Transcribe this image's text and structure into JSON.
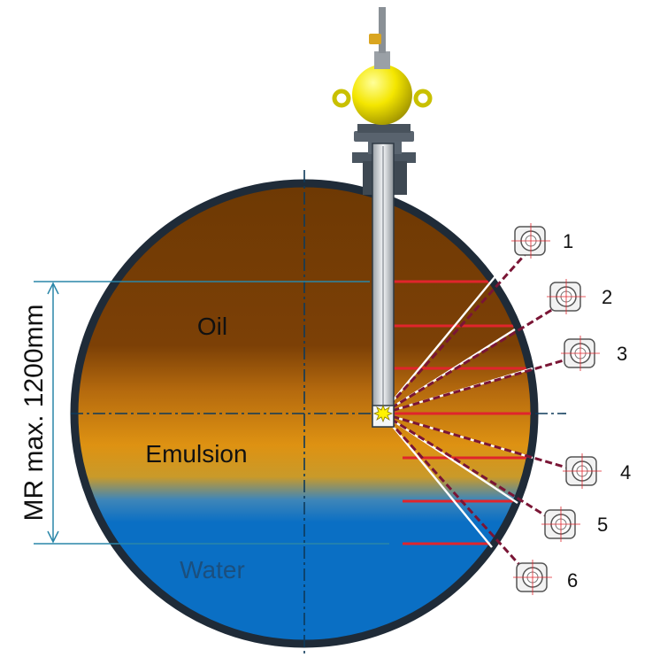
{
  "labels": {
    "oil": "Oil",
    "emulsion": "Emulsion",
    "water": "Water",
    "measuring_range": "MR max. 1200mm"
  },
  "detectors": [
    {
      "number": "1"
    },
    {
      "number": "2"
    },
    {
      "number": "3"
    },
    {
      "number": "4"
    },
    {
      "number": "5"
    },
    {
      "number": "6"
    }
  ],
  "colors": {
    "oil": "#7a3f05",
    "emulsion": "#d98a10",
    "water": "#0a6fc4",
    "vessel_wall": "#1f2b38",
    "source_head": "#f2e600",
    "measurement_line": "#e0252c",
    "dashed_path": "#7a1535",
    "dimension": "#2a86a8"
  }
}
